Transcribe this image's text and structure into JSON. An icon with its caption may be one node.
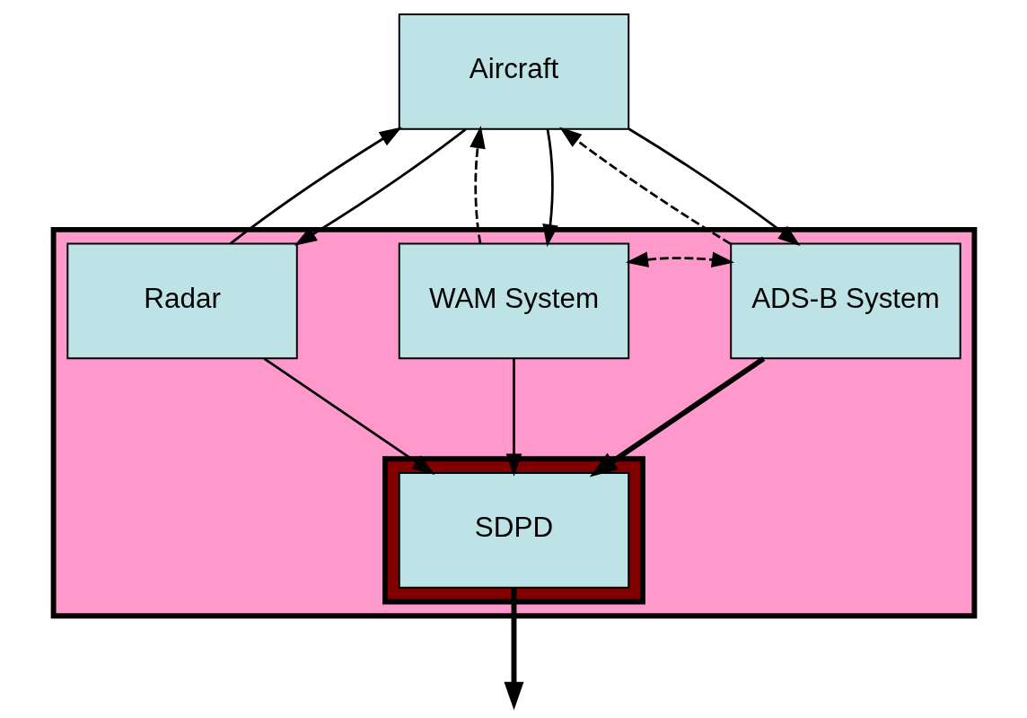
{
  "diagram": {
    "nodes": [
      {
        "text": [
          "Aircraft"
        ]
      },
      {
        "text": [],
        "shape": "box"
      },
      {
        "text": [
          "Radar"
        ],
        "in": 1
      },
      {
        "text": [
          "WAM System"
        ],
        "in": 1
      },
      {
        "text": [
          "ADS-B System"
        ],
        "in": 1
      },
      {
        "text": [],
        "shape": "box",
        "in": 1
      },
      {
        "text": [
          "SDPD"
        ],
        "in": 5
      }
    ],
    "edges": [
      {
        "from": 2,
        "to": 0,
        "arrow": "to"
      },
      {
        "from": 0,
        "to": 2,
        "arrow": "to"
      },
      {
        "from": 0,
        "to": 3,
        "arrow": "to"
      },
      {
        "from": 3,
        "to": 0,
        "arrow": "to",
        "style": "dashed"
      },
      {
        "from": 0,
        "to": 4,
        "arrow": "to"
      },
      {
        "from": 4,
        "to": 0,
        "arrow": "to",
        "style": "dashed"
      },
      {
        "from": 3,
        "to": 4,
        "arrow": "both",
        "style": "dashed"
      },
      {
        "from": 2,
        "to": 6,
        "arrow": "to"
      },
      {
        "from": 3,
        "to": 6,
        "arrow": "to"
      },
      {
        "from": 4,
        "to": 6,
        "arrow": "to",
        "style": "thick"
      },
      {
        "from": 6,
        "to": null,
        "arrow": "to",
        "style": "thick"
      }
    ]
  }
}
